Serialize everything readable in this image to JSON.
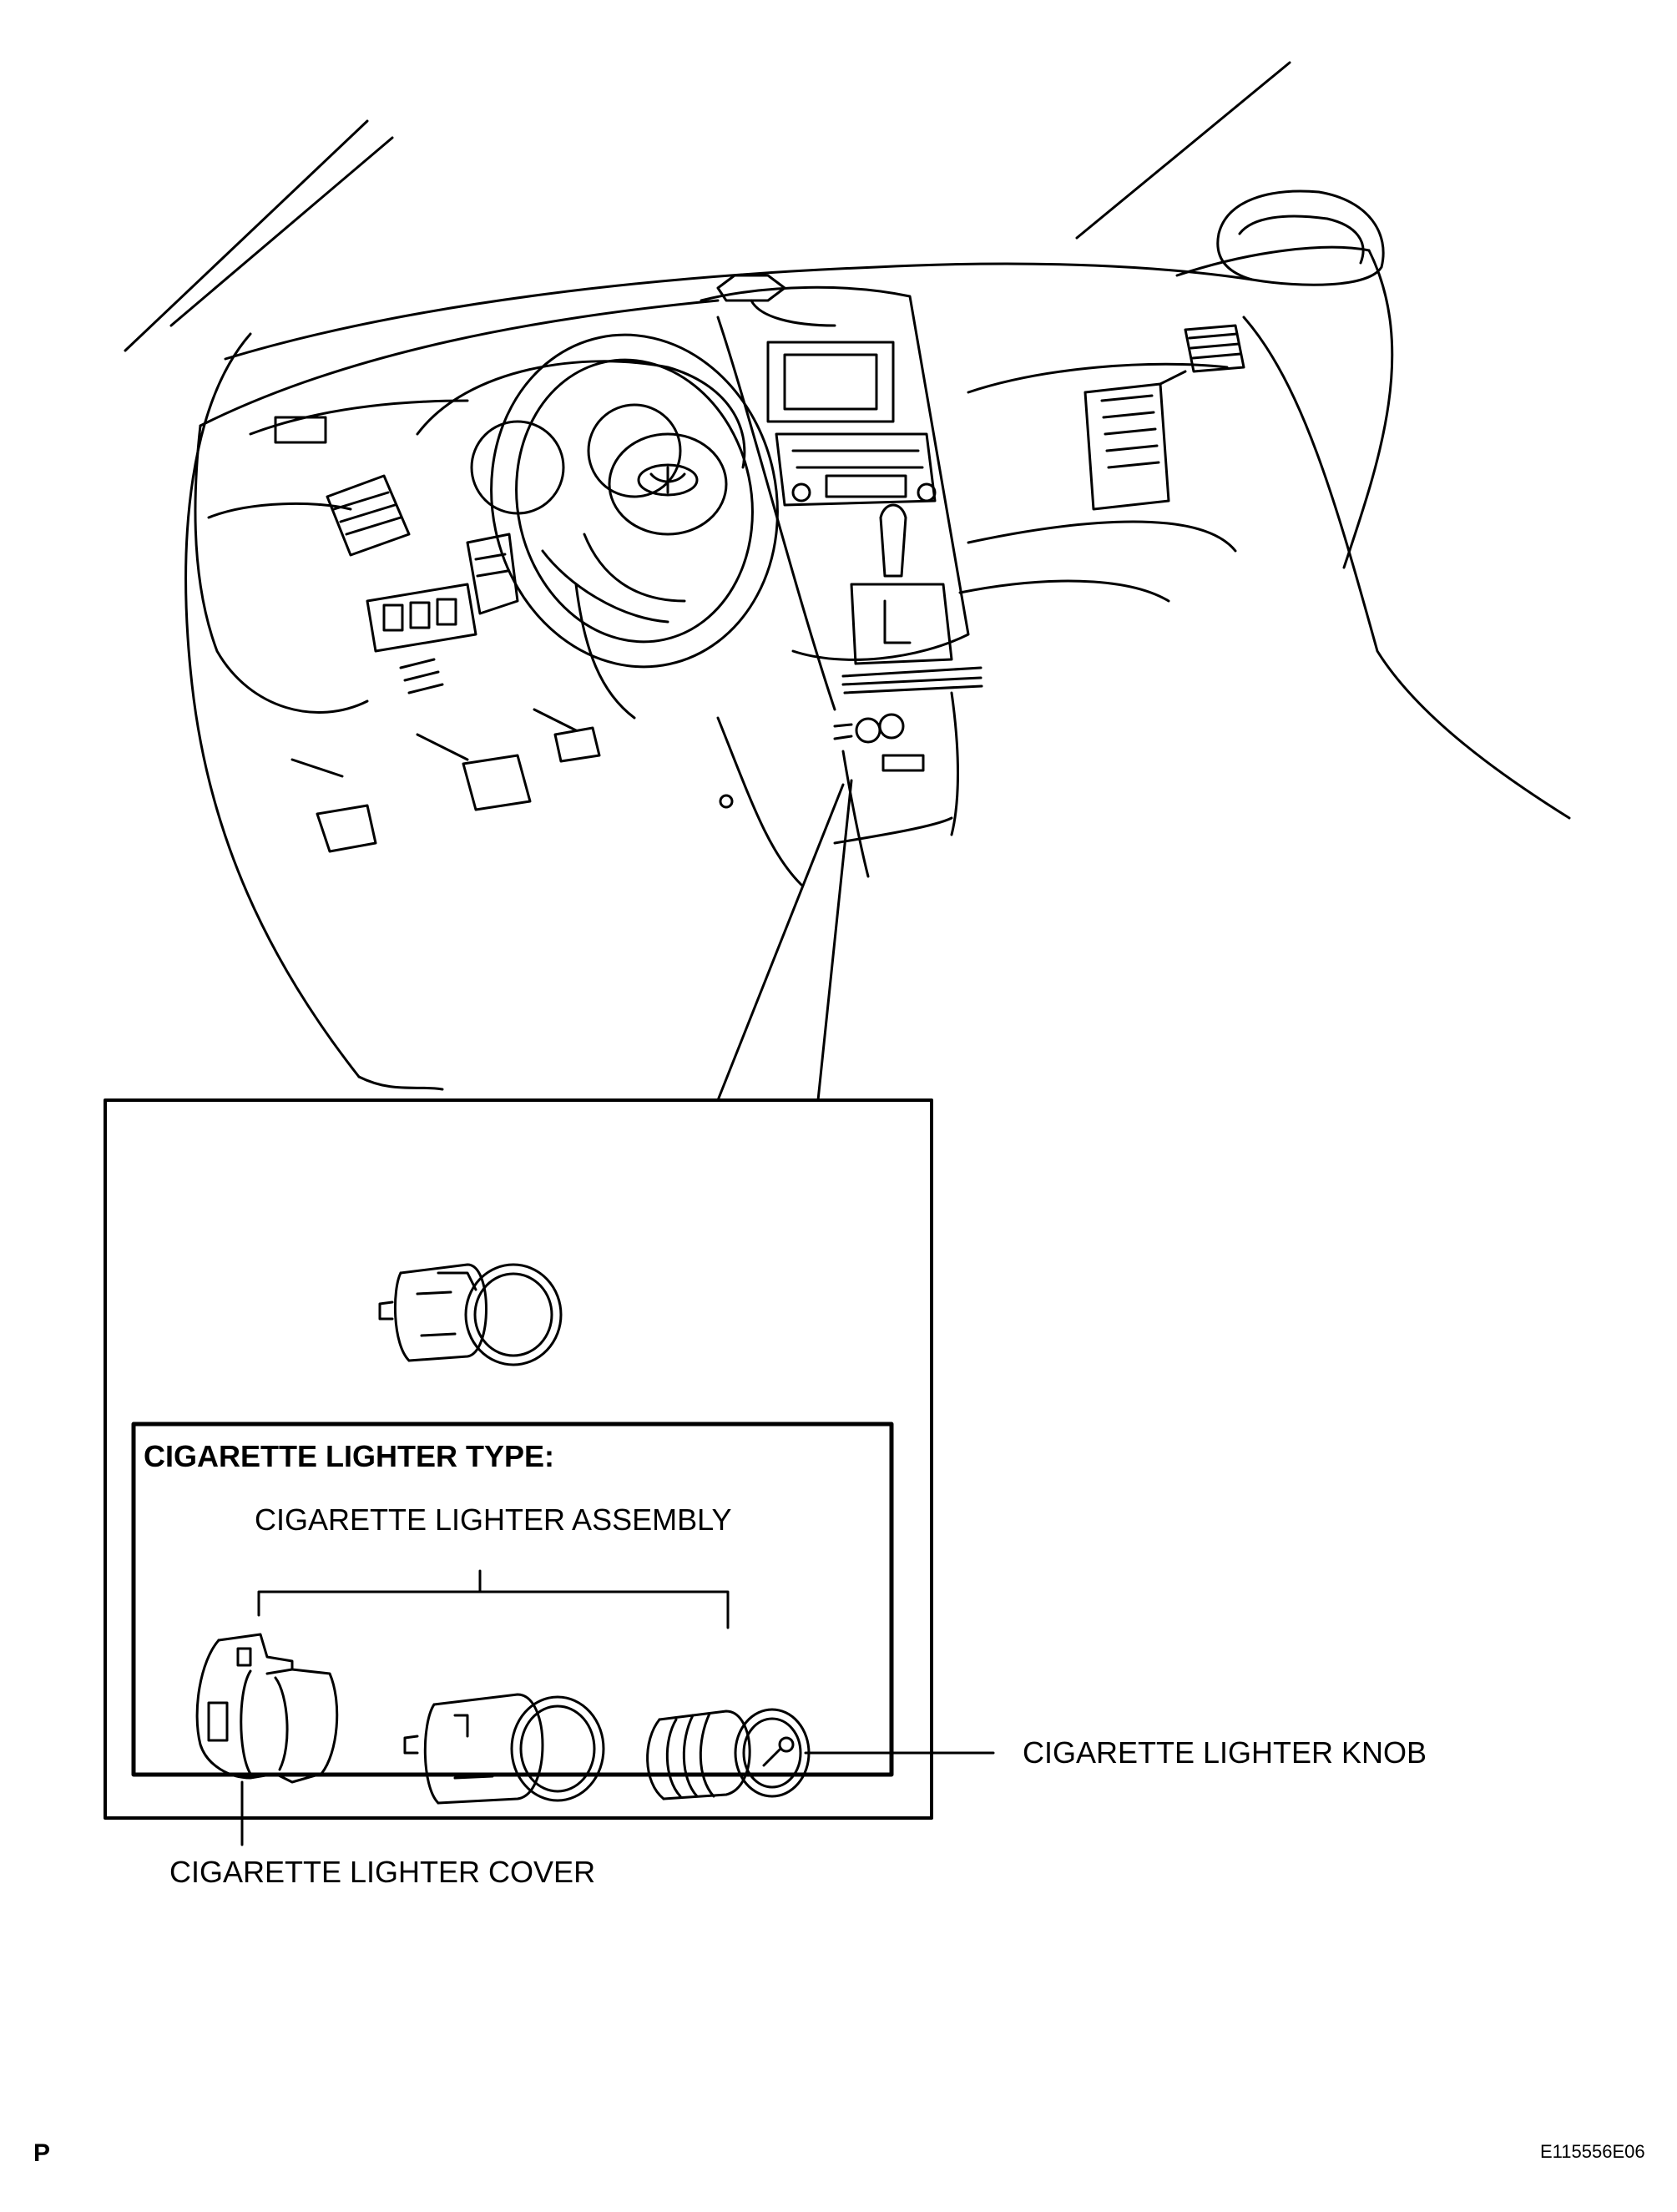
{
  "colors": {
    "ink": "#000000",
    "paper": "#ffffff"
  },
  "labels": {
    "type_heading": "CIGARETTE LIGHTER TYPE:",
    "assembly": "CIGARETTE LIGHTER ASSEMBLY",
    "knob": "CIGARETTE LIGHTER KNOB",
    "cover": "CIGARETTE LIGHTER COVER"
  },
  "footer": {
    "page_letter": "P",
    "figure_code": "E115556E06"
  }
}
